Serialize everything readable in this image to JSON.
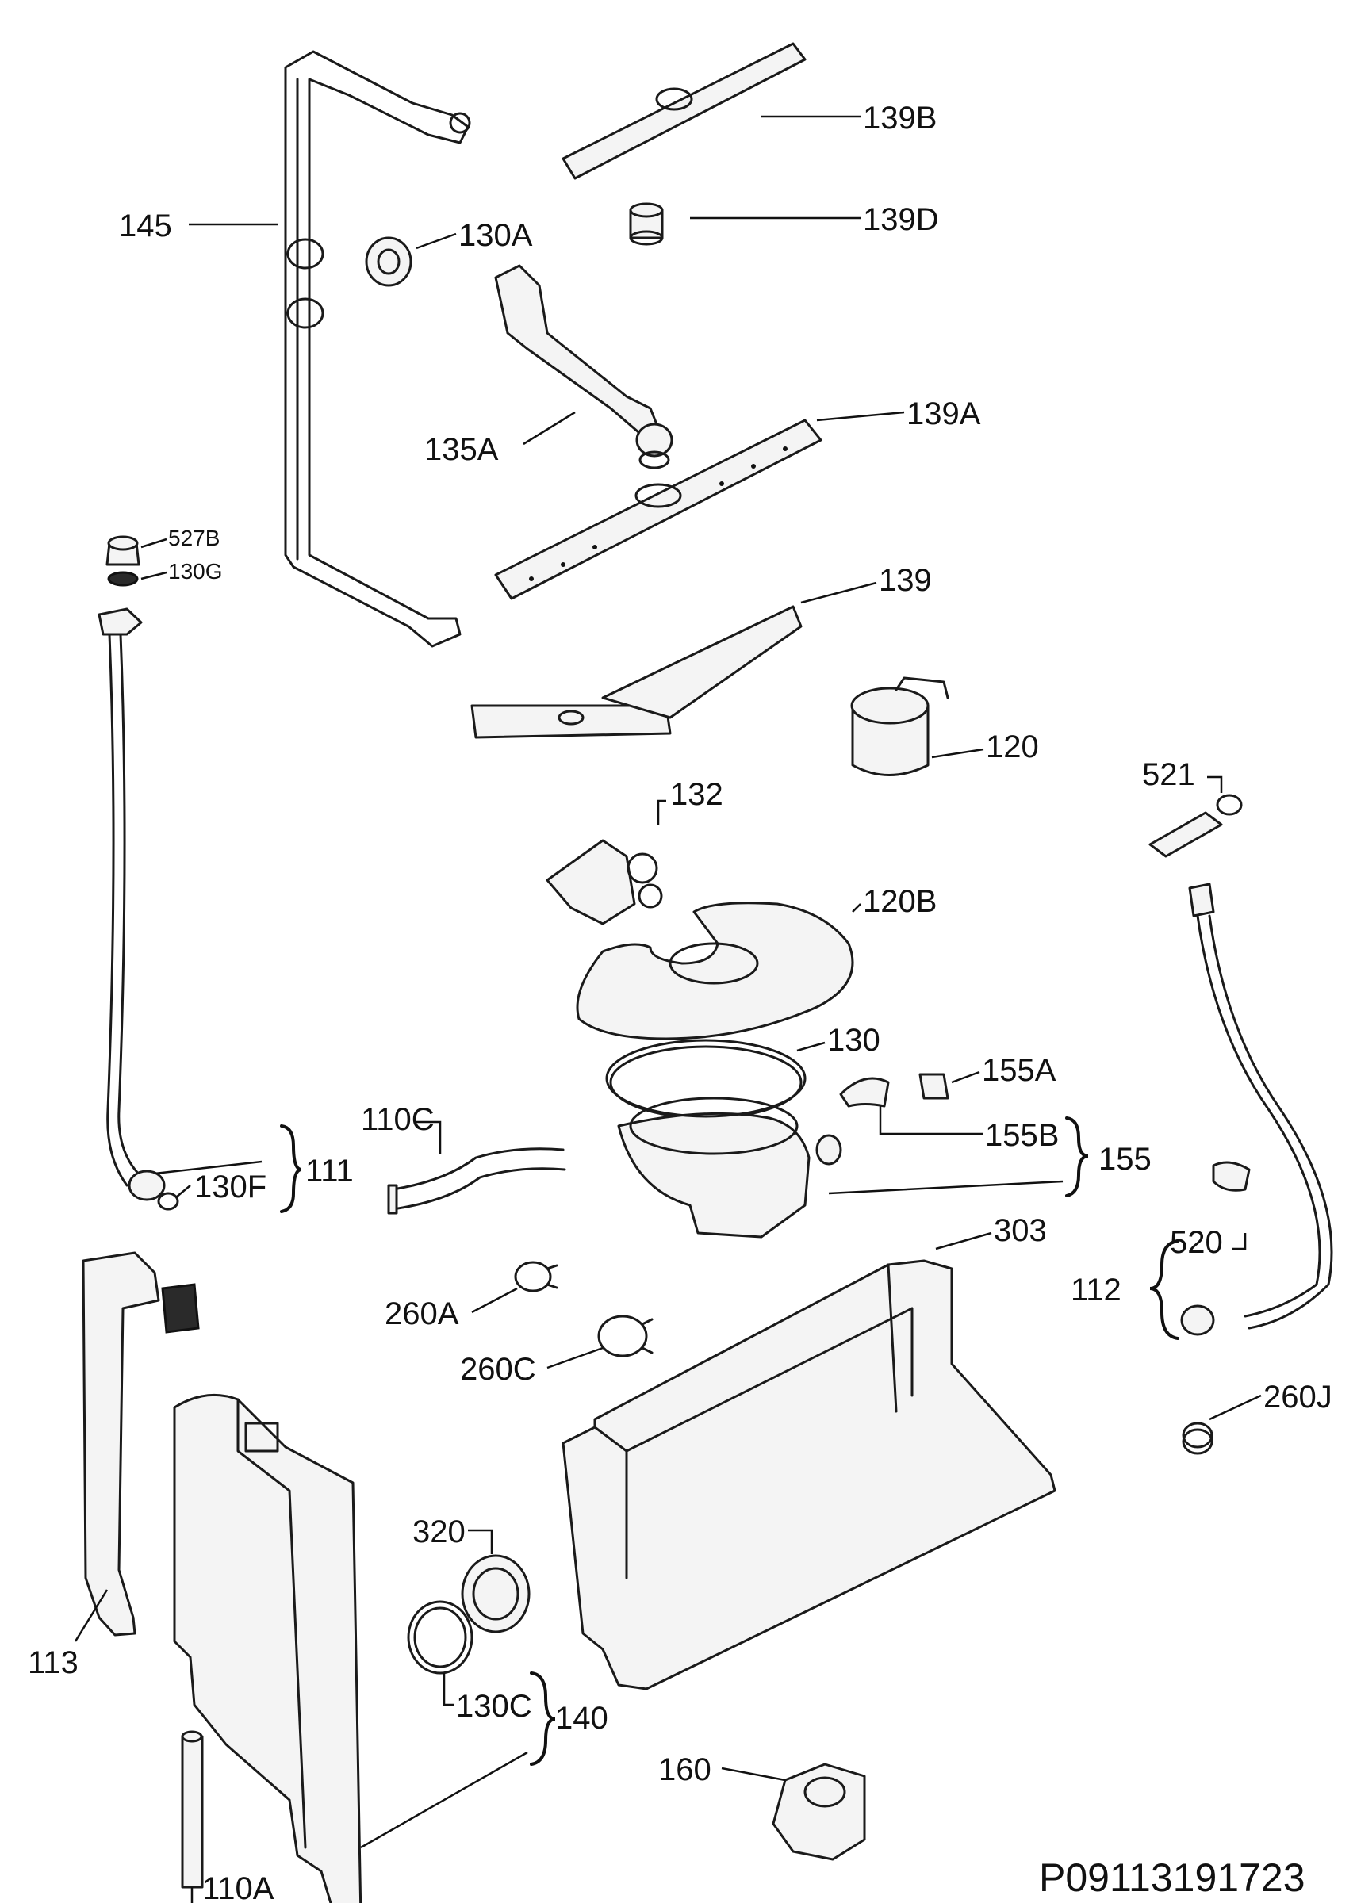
{
  "labels": {
    "p145": "145",
    "p130A": "130A",
    "p139B": "139B",
    "p139D": "139D",
    "p135A": "135A",
    "p139A": "139A",
    "p527B": "527B",
    "p130G": "130G",
    "p139": "139",
    "p120": "120",
    "p521": "521",
    "p132": "132",
    "p120B": "120B",
    "p130": "130",
    "p155A": "155A",
    "p155B": "155B",
    "p155": "155",
    "p110C": "110C",
    "p130F": "130F",
    "p111": "111",
    "p303": "303",
    "p520": "520",
    "p112": "112",
    "p260A": "260A",
    "p260C": "260C",
    "p260J": "260J",
    "p320": "320",
    "p113": "113",
    "p130C": "130C",
    "p140": "140",
    "p160": "160",
    "p110A": "110A"
  },
  "reference_code": "P09113191723"
}
